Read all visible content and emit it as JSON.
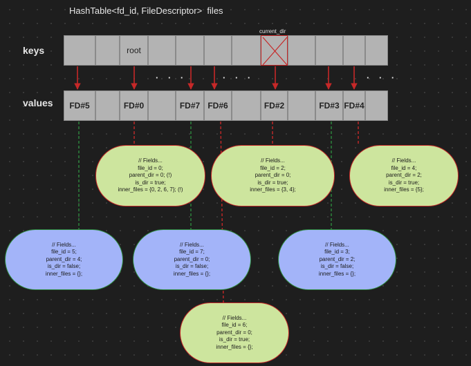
{
  "title": "HashTable<fd_id, FileDescriptor>  files",
  "keys_label": "keys",
  "values_label": "values",
  "current_dir_label": "current_dir",
  "ellipsis": "· · ·",
  "colors": {
    "cell_fill": "#b3b3b3",
    "arrow": "#c62828",
    "dir_node_fill": "#cde59e",
    "dir_node_border": "#c62828",
    "file_node_fill": "#a3b4f9",
    "file_node_border": "#2e8b3e"
  },
  "keys": [
    "",
    "",
    "root",
    "",
    "",
    "",
    "",
    "",
    "",
    "",
    "",
    ""
  ],
  "values": [
    "FD#5",
    "",
    "FD#0",
    "",
    "FD#7",
    "FD#6",
    "",
    "FD#2",
    "",
    "FD#3",
    "FD#4",
    ""
  ],
  "nodes": [
    {
      "kind": "directory",
      "lines": [
        "// Fields...",
        "file_id = 0;",
        "parent_dir = 0; (!)",
        "is_dir = true;",
        "inner_files = {0, 2, 6, 7}; (!)"
      ]
    },
    {
      "kind": "directory",
      "lines": [
        "// Fields...",
        "file_id = 2;",
        "parent_dir = 0;",
        "is_dir = true;",
        "inner_files = {3, 4};"
      ]
    },
    {
      "kind": "directory",
      "lines": [
        "// Fields...",
        "file_id = 4;",
        "parent_dir = 2;",
        "is_dir = true;",
        "inner_files = {5};"
      ]
    },
    {
      "kind": "file",
      "lines": [
        "// Fields...",
        "file_id = 5;",
        "parent_dir = 4;",
        "is_dir = false;",
        "inner_files = {};"
      ]
    },
    {
      "kind": "file",
      "lines": [
        "// Fields...",
        "file_id = 7;",
        "parent_dir = 0;",
        "is_dir = false;",
        "inner_files = {};"
      ]
    },
    {
      "kind": "file",
      "lines": [
        "// Fields...",
        "file_id = 3;",
        "parent_dir = 2;",
        "is_dir = false;",
        "inner_files = {};"
      ]
    },
    {
      "kind": "directory",
      "lines": [
        "// Fields...",
        "file_id = 6;",
        "parent_dir = 0;",
        "is_dir = true;",
        "inner_files = {};"
      ]
    }
  ]
}
